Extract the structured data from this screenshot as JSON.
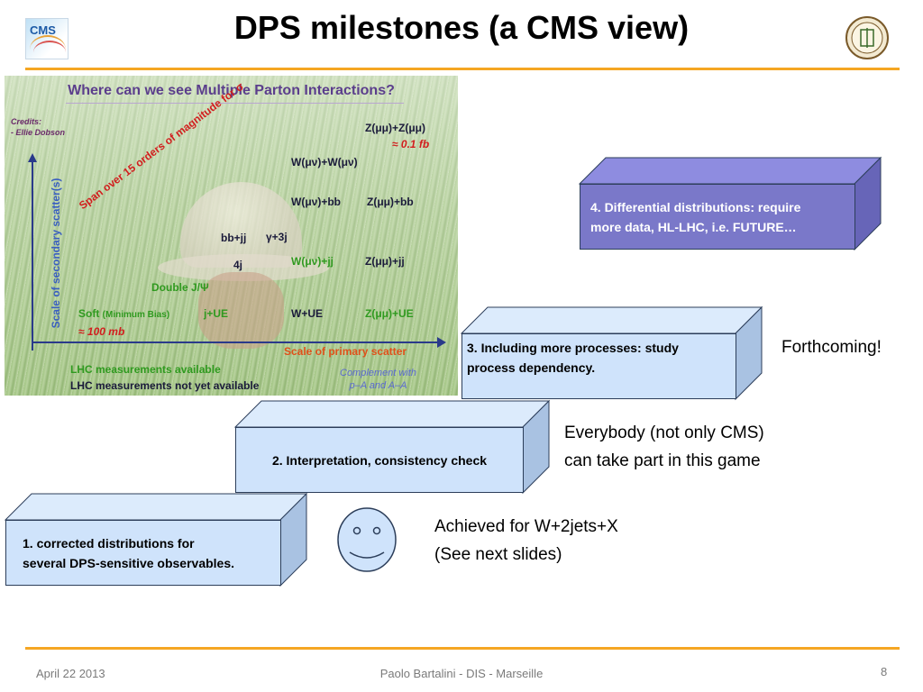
{
  "header": {
    "title": "DPS milestones (a CMS view)",
    "cms_logo_text": "CMS"
  },
  "panel": {
    "title": "Where can we see Multiple Parton Interactions?",
    "credits_line1": "Credits:",
    "credits_line2": "- Ellie Dobson",
    "y_axis_label": "Scale of secondary  scatter(s)",
    "x_axis_label": "Scale of primary scatter",
    "diagonal_text": "Span over 15 orders of magnitude for σ",
    "processes": {
      "zz": "Z(μμ)+Z(μμ)",
      "zz_xsec": "≈ 0.1 fb",
      "ww": "W(μν)+W(μν)",
      "wbb": "W(μν)+bb",
      "zbb": "Z(μμ)+bb",
      "bbjj": "bb+jj",
      "gamma3j": "γ+3j",
      "fourj": "4j",
      "wjj": "W(μν)+jj",
      "zjj": "Z(μμ)+jj",
      "doublejpsi": "Double J/Ψ",
      "soft": "Soft",
      "soft_note": "(Minimum Bias)",
      "jue": "j+UE",
      "wue": "W+UE",
      "zue": "Z(μμ)+UE",
      "soft_xsec": "≈ 100 mb"
    },
    "legend_available": "LHC measurements available",
    "legend_not_available": "LHC measurements not yet available",
    "complement_line1": "Complement with",
    "complement_line2": "p–A and A–A"
  },
  "steps": [
    {
      "line1": "1. corrected distributions for",
      "line2": "several DPS-sensitive observables."
    },
    {
      "line1": "2. Interpretation, consistency check",
      "line2": ""
    },
    {
      "line1": "3. Including more processes: study",
      "line2": "process dependency."
    },
    {
      "line1": "4. Differential distributions: require",
      "line2": "more data, HL-LHC, i.e. FUTURE…"
    }
  ],
  "notes": {
    "forthcoming": "Forthcoming!",
    "everybody_line1": "Everybody (not only CMS)",
    "everybody_line2": "can take part in this game",
    "achieved_line1": "Achieved for W+2jets+X",
    "achieved_line2": "(See next slides)"
  },
  "footer": {
    "date": "April 22 2013",
    "author": "Paolo Bartalini - DIS - Marseille",
    "page": "8"
  },
  "colors": {
    "accent": "#f5a623",
    "box_light": "#cfe3fb",
    "box_future": "#7a78c9",
    "title_purple": "#5b3e8c"
  }
}
